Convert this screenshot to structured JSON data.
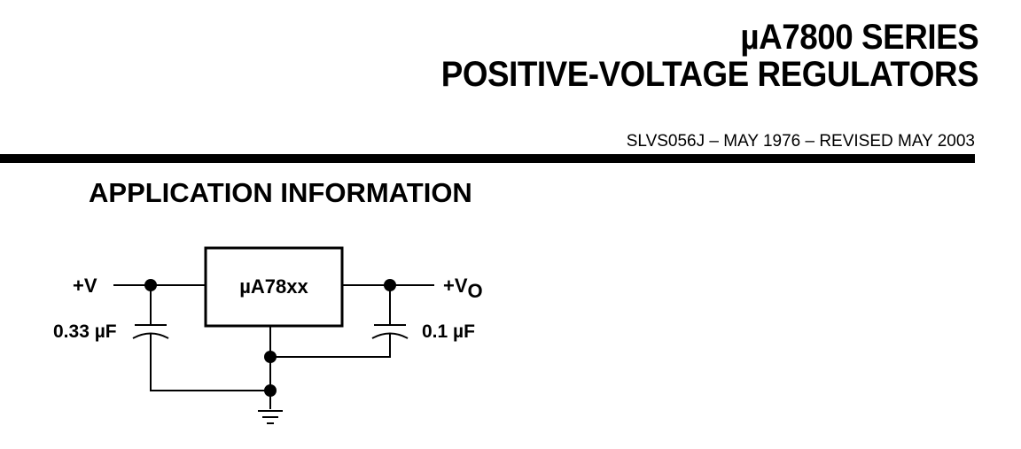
{
  "header": {
    "title_line1": "µA7800 SERIES",
    "title_line2": "POSITIVE-VOLTAGE REGULATORS",
    "doc_id": "SLVS056J – MAY 1976 – REVISED MAY 2003"
  },
  "section": {
    "heading": "APPLICATION INFORMATION"
  },
  "schematic": {
    "input_label": "+V",
    "output_label_main": "+V",
    "output_label_sub": "O",
    "regulator_label": "µA78xx",
    "input_cap_label": "0.33 µF",
    "output_cap_label": "0.1 µF"
  }
}
